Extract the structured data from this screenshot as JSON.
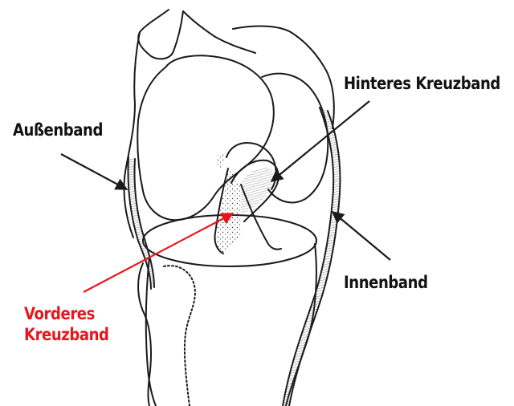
{
  "labels": {
    "aussenband": "Außenband",
    "hinteres_kreuzband": "Hinteres Kreuzband",
    "innenband": "Innenband",
    "vorderes_kreuzband_line1": "Vorderes",
    "vorderes_kreuzband_line2": "Kreuzband"
  },
  "colors": {
    "label": "#111111",
    "highlight": "#e8161c",
    "outline": "#1a1a1a"
  }
}
